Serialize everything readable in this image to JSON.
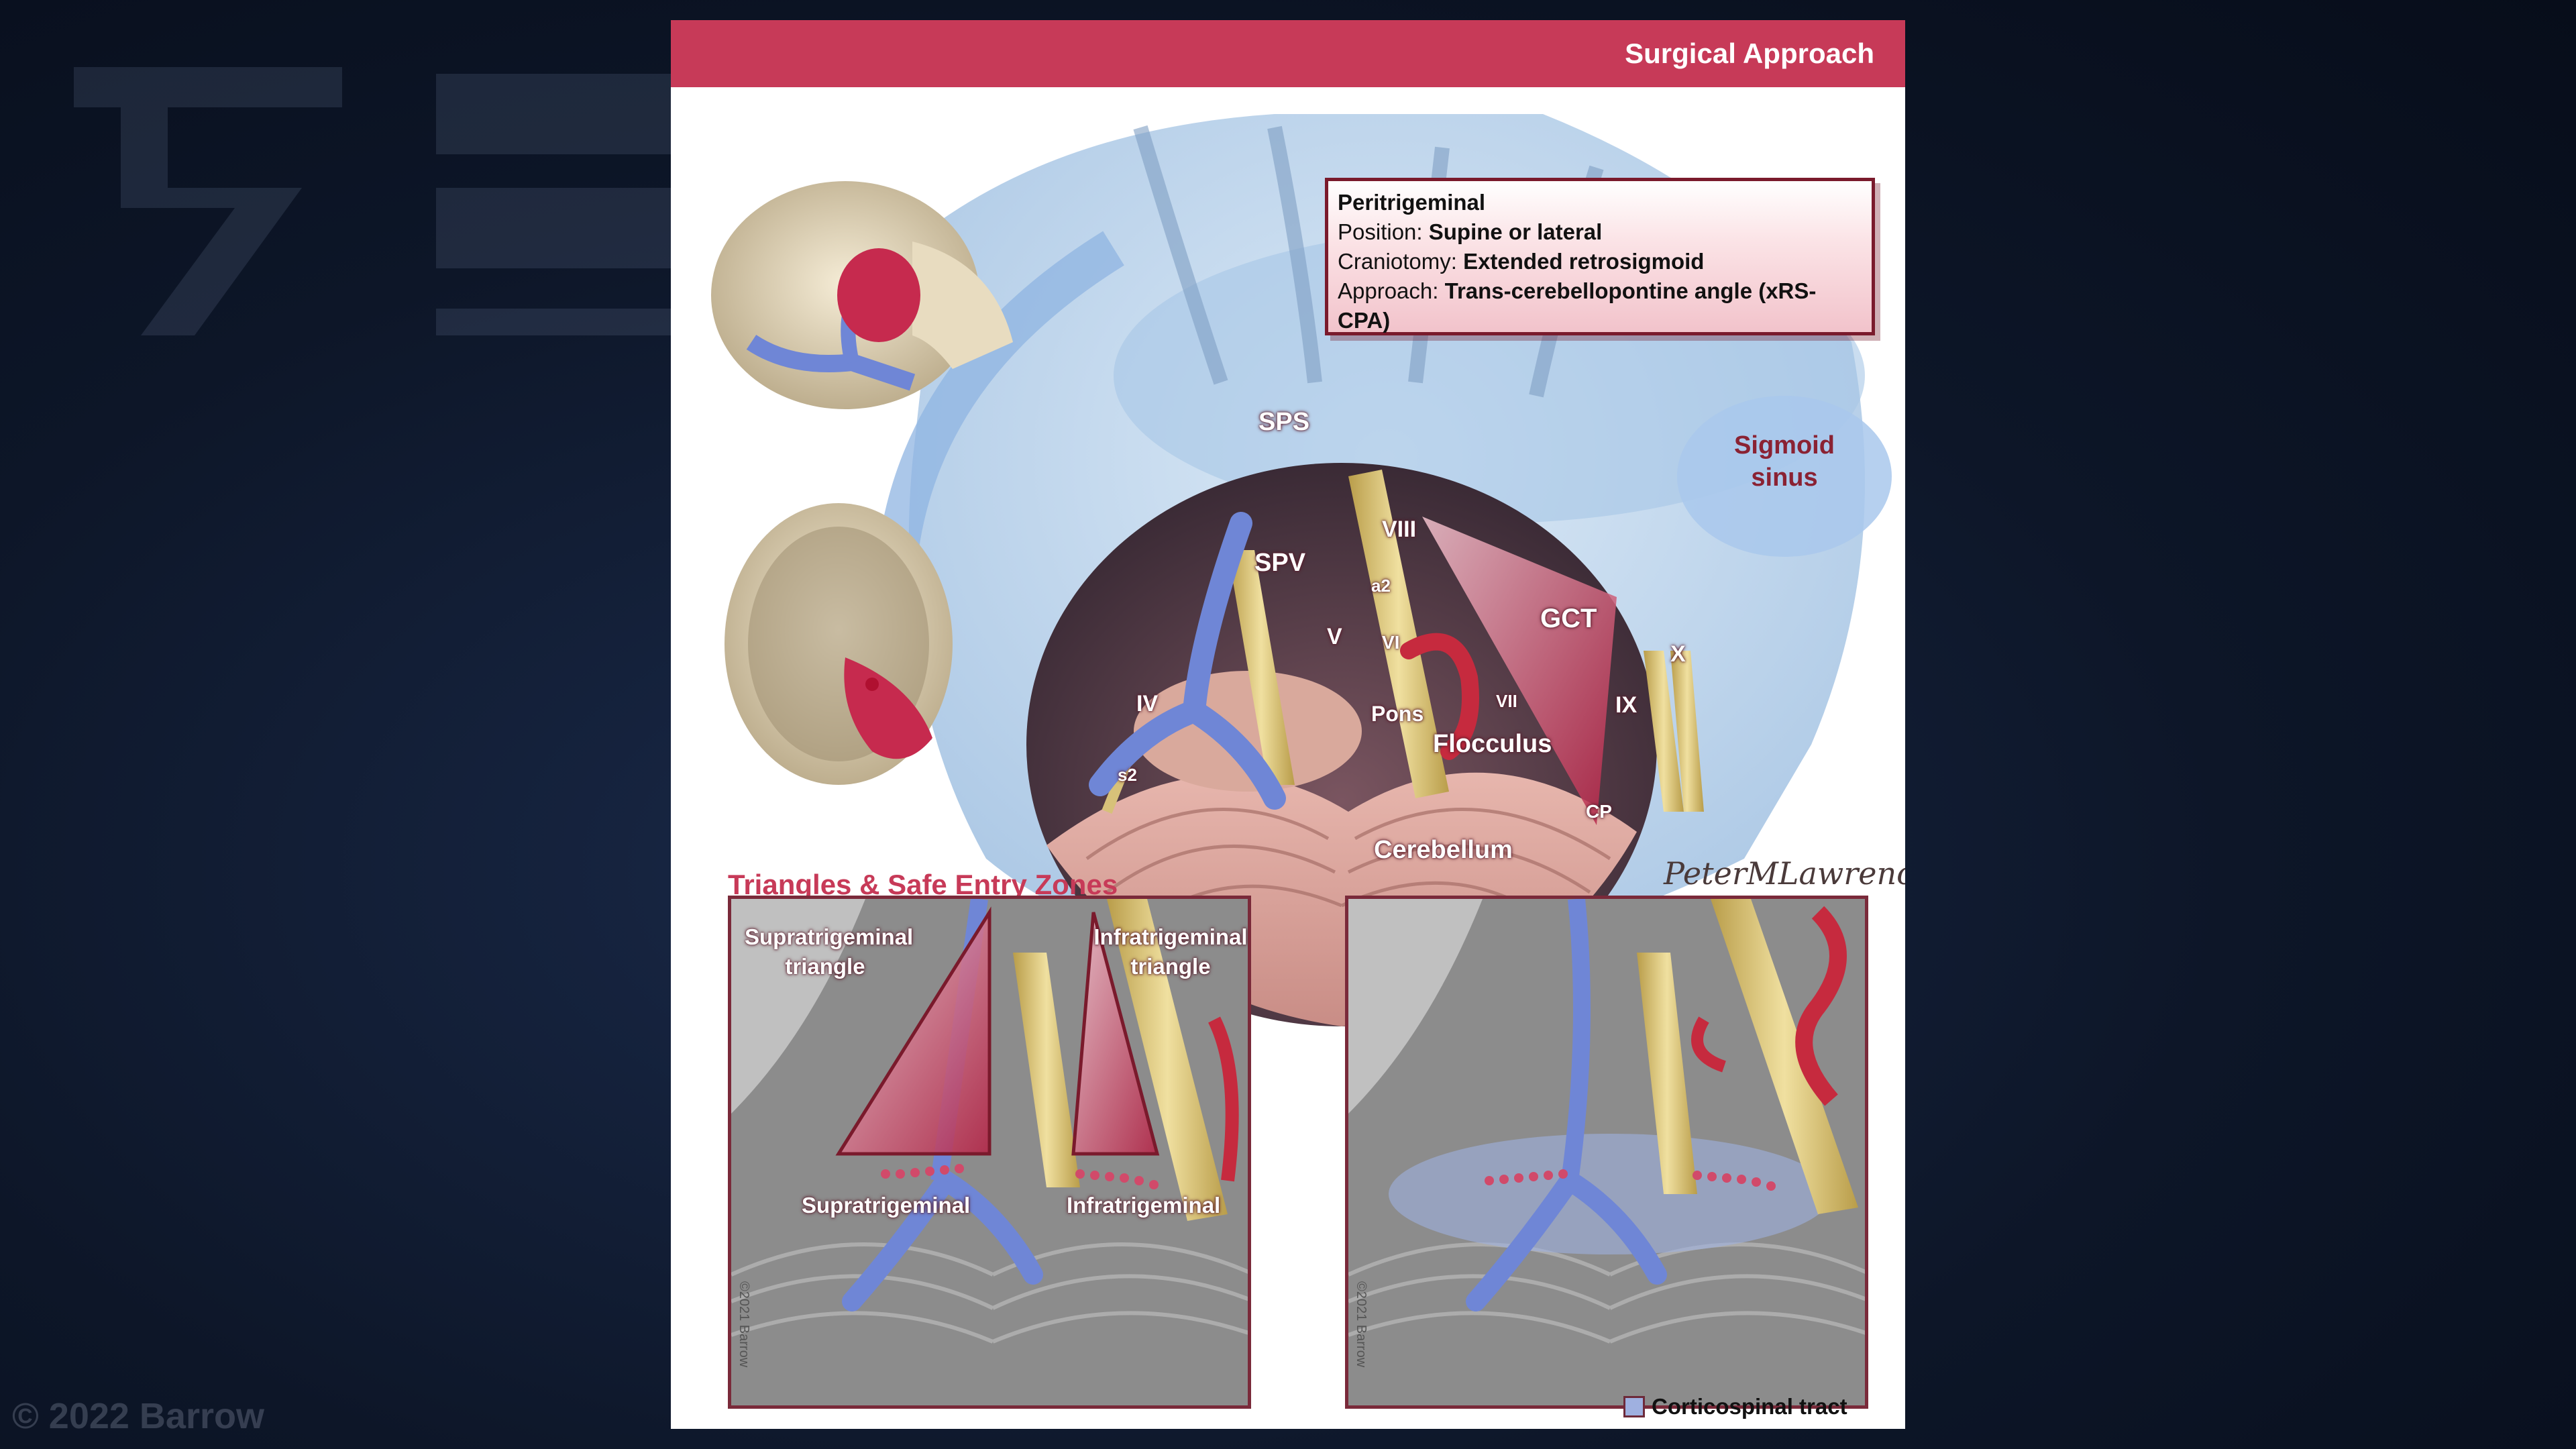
{
  "watermark": {
    "copyright": "© 2022 Barrow"
  },
  "header": {
    "title": "Surgical Approach"
  },
  "info_box": {
    "title": "Peritrigeminal",
    "position_label": "Position:",
    "position_value": "Supine or lateral",
    "craniotomy_label": "Craniotomy:",
    "craniotomy_value": "Extended retrosigmoid",
    "approach_label": "Approach:",
    "approach_value": "Trans-cerebellopontine angle (xRS-CPA)"
  },
  "anatomy_labels": {
    "sps": "SPS",
    "spv": "SPV",
    "sigmoid_sinus": "Sigmoid sinus",
    "viii": "VIII",
    "a2": "a2",
    "v": "V",
    "vi": "VI",
    "gct": "GCT",
    "x": "X",
    "iv": "IV",
    "pons": "Pons",
    "vii": "VII",
    "ix": "IX",
    "s2": "s2",
    "flocculus": "Flocculus",
    "cp": "CP",
    "cerebellum": "Cerebellum"
  },
  "section": {
    "title": "Triangles & Safe Entry Zones"
  },
  "signature": "PeterMLawrence",
  "inset_left": {
    "supratrigeminal_triangle": "Supratrigeminal triangle",
    "infratrigeminal_triangle": "Infratrigeminal triangle",
    "supratrigeminal": "Supratrigeminal",
    "infratrigeminal": "Infratrigeminal",
    "credit": "©2021 Barrow"
  },
  "inset_right": {
    "credit": "©2021 Barrow"
  },
  "legend": {
    "label": "Corticospinal tract"
  },
  "colors": {
    "accent": "#c73a58",
    "dark_red": "#7a1a2c",
    "vein_blue": "#6f86d6",
    "nerve_yellow": "#e8d48a"
  }
}
